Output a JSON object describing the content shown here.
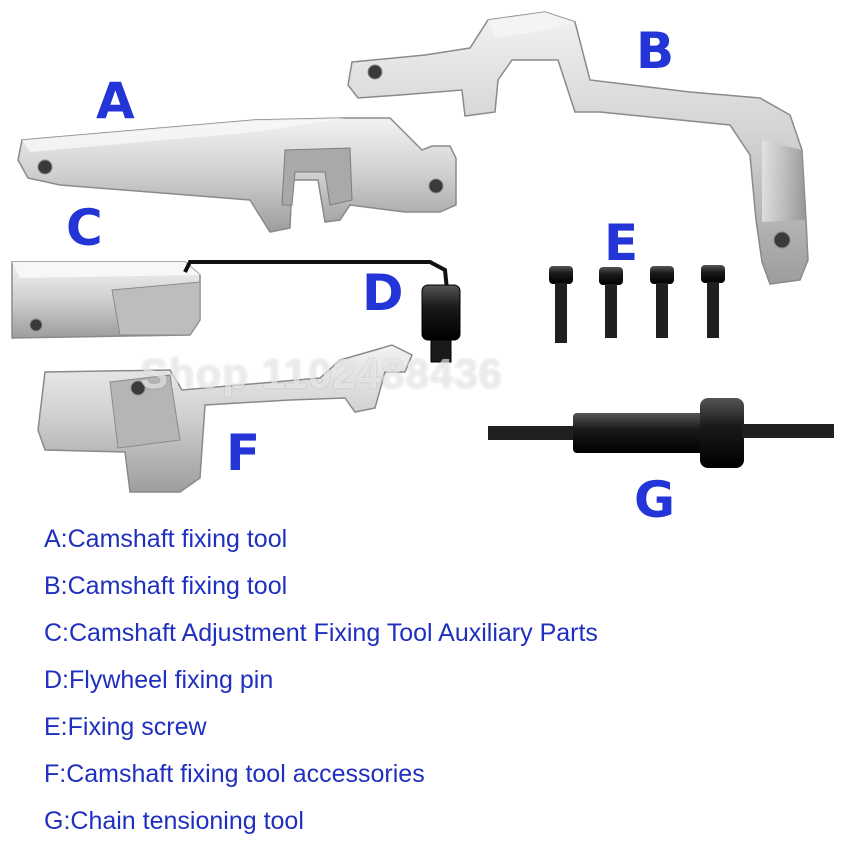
{
  "labels": {
    "a": "A",
    "b": "B",
    "c": "C",
    "d": "D",
    "e": "E",
    "f": "F",
    "g": "G"
  },
  "watermark": "Shop 1102488436",
  "legend": [
    "A:Camshaft fixing tool",
    "B:Camshaft fixing tool",
    "C:Camshaft Adjustment Fixing Tool Auxiliary Parts",
    "D:Flywheel fixing pin",
    "E:Fixing screw",
    "F:Camshaft fixing tool accessories",
    "G:Chain tensioning tool"
  ],
  "colors": {
    "label": "#2335d6",
    "legend_text": "#1f2fbf",
    "steel": "#c9c9c9",
    "black_part": "#1b1b1b"
  }
}
